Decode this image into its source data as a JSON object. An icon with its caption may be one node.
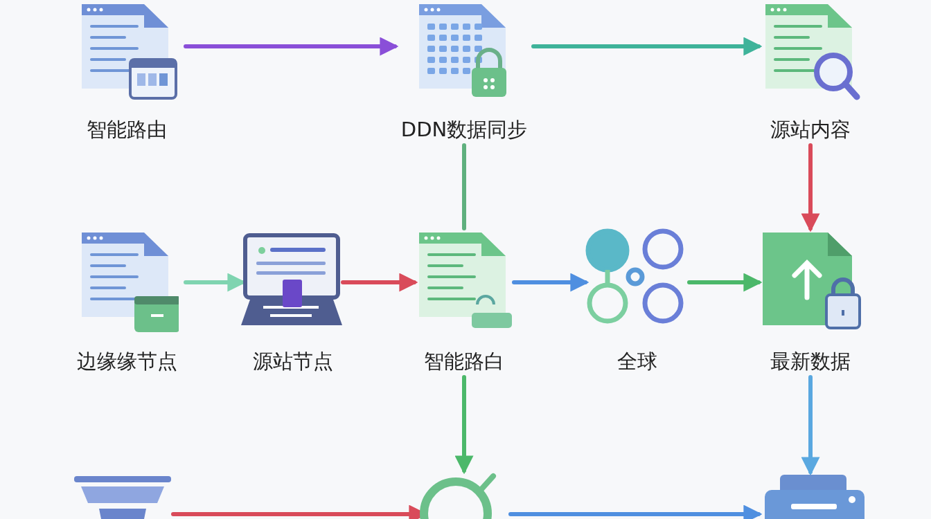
{
  "diagram": {
    "nodes": [
      {
        "text": [
          "智能路由"
        ]
      },
      {
        "text": [
          "DDN数据同步"
        ]
      },
      {
        "text": [
          "源站内容"
        ]
      },
      {
        "text": [
          "边缘缘节点"
        ]
      },
      {
        "text": [
          "源站节点"
        ]
      },
      {
        "text": [
          "智能路白"
        ]
      },
      {
        "text": [
          "全球"
        ]
      },
      {
        "text": [
          "最新数据"
        ]
      },
      {
        "text": [],
        "shape": "picture"
      },
      {
        "text": [],
        "shape": "circle"
      },
      {
        "text": [],
        "shape": "picture"
      }
    ],
    "edges": [
      {
        "from": 0,
        "to": 1,
        "arrow": "to",
        "color": "#8a4fd8"
      },
      {
        "from": 1,
        "to": 2,
        "arrow": "to",
        "color": "#3fb39a"
      },
      {
        "from": 1,
        "to": 5,
        "arrow": "none",
        "color": "#5fb07e"
      },
      {
        "from": 2,
        "to": 7,
        "arrow": "to",
        "color": "#d94b5a"
      },
      {
        "from": 3,
        "to": 4,
        "arrow": "to",
        "color": "#7fd4b0"
      },
      {
        "from": 4,
        "to": 5,
        "arrow": "to",
        "color": "#d94b5a"
      },
      {
        "from": 5,
        "to": 6,
        "arrow": "to",
        "color": "#4f8fe0"
      },
      {
        "from": 6,
        "to": 7,
        "arrow": "to",
        "color": "#4cb86a"
      },
      {
        "from": 5,
        "to": 9,
        "arrow": "to",
        "color": "#4cb86a"
      },
      {
        "from": 7,
        "to": 10,
        "arrow": "to",
        "color": "#5aa8e0"
      },
      {
        "from": 8,
        "to": 9,
        "arrow": "to",
        "color": "#d94b5a"
      },
      {
        "from": 9,
        "to": 10,
        "arrow": "to",
        "color": "#4f8fe0"
      }
    ]
  }
}
